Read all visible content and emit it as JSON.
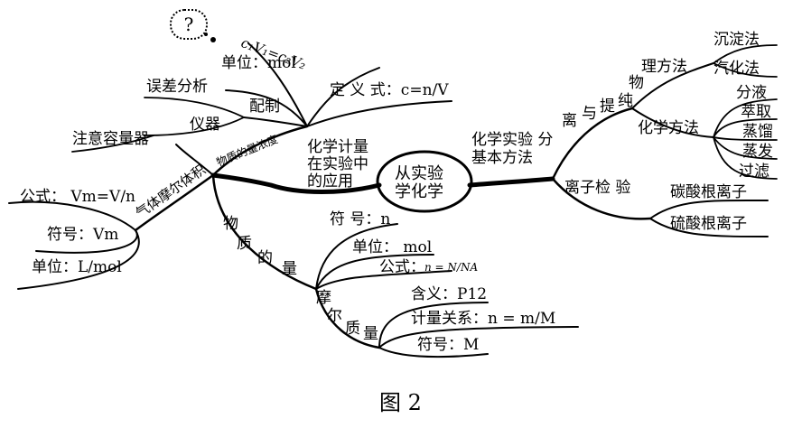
{
  "caption": "图 2",
  "center": {
    "line1": "从实验",
    "line2": "学化学"
  },
  "left_branch": {
    "title_lines": [
      "化学计量",
      "在实验中",
      "的应用"
    ],
    "concentration": {
      "label": "物质的量浓度",
      "formula": "c₁V₁=c₂V₂",
      "unit": "单位：mol",
      "definition": "定 义 式：c=n/V",
      "prep": "配制",
      "error": "误差分析",
      "instrument": "仪器",
      "flask": "注意容量器",
      "unknown": "?"
    },
    "molar_volume": {
      "label": "气体摩尔体积",
      "formula": "公式： Vm=V/n",
      "symbol": "符号：Vm",
      "unit": "单位：L/mol"
    },
    "amount": {
      "label_chars": [
        "物",
        "质",
        "的",
        "量"
      ],
      "symbol": "符 号：n",
      "unit": "单位： mol",
      "formula_prefix": "公式：",
      "formula": "n = N/NA"
    },
    "molar_mass": {
      "label_chars": [
        "摩",
        "尔",
        "质",
        "量"
      ],
      "meaning": "含义：P12",
      "relation": "计量关系：n = m/M",
      "symbol": "符号：M"
    }
  },
  "right_branch": {
    "title_lines": [
      "化学实验 分",
      "基本方法"
    ],
    "separation": {
      "label_chars": [
        "离",
        "与",
        "提",
        "纯"
      ],
      "physical": "物",
      "physical_rest": "理方法",
      "chemical": "化学方法",
      "methods_physical": [
        "沉淀法",
        "汽化法"
      ],
      "methods_chemical": [
        "分液",
        "萃取",
        "蒸馏",
        "蒸发",
        "过滤"
      ]
    },
    "ion_test": {
      "label": "离子检 验",
      "items": [
        "碳酸根离子",
        "硫酸根离子"
      ]
    }
  }
}
